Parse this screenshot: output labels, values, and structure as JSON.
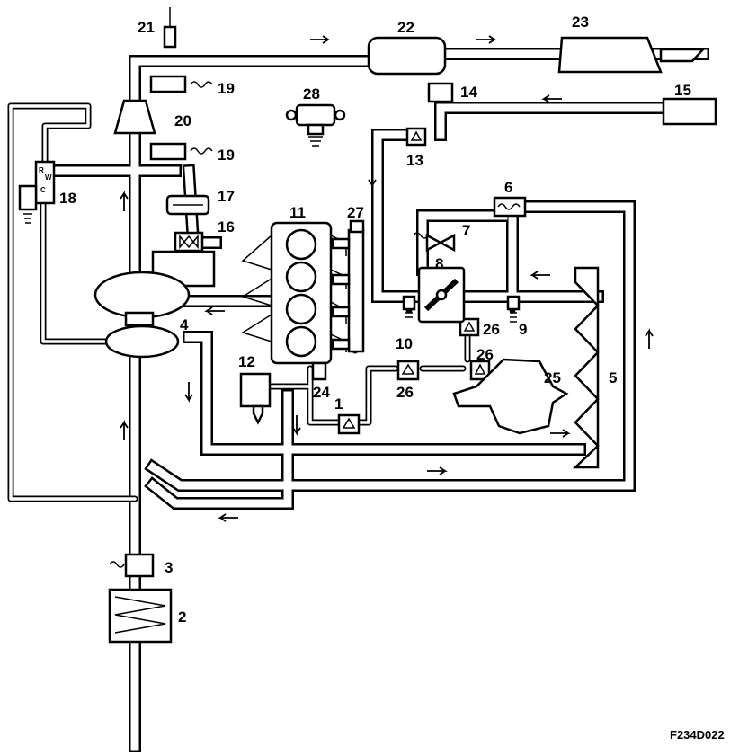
{
  "figure_ref": "F234D022",
  "callouts": {
    "c1": "1",
    "c2": "2",
    "c3": "3",
    "c4": "4",
    "c5": "5",
    "c6": "6",
    "c7": "7",
    "c8": "8",
    "c9": "9",
    "c10": "10",
    "c11": "11",
    "c12": "12",
    "c13": "13",
    "c14": "14",
    "c15": "15",
    "c16": "16",
    "c17": "17",
    "c18": "18",
    "c19a": "19",
    "c19b": "19",
    "c20": "20",
    "c21": "21",
    "c22": "22",
    "c23": "23",
    "c24": "24",
    "c25": "25",
    "c26a": "26",
    "c26b": "26",
    "c26c": "26",
    "c27": "27",
    "c28": "28"
  },
  "solenoid_letters": {
    "r": "R",
    "w": "W",
    "c": "C"
  }
}
